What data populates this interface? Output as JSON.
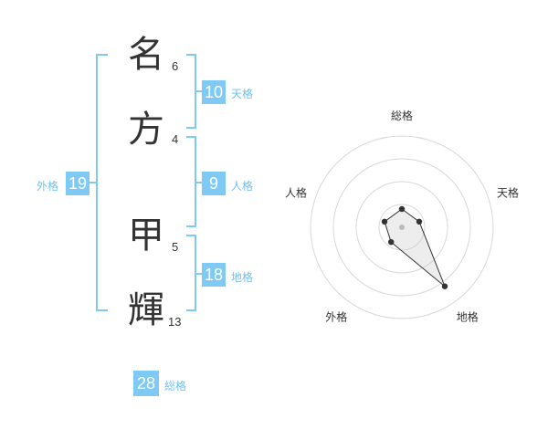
{
  "name": {
    "characters": [
      {
        "char": "名",
        "strokes": "6"
      },
      {
        "char": "方",
        "strokes": "4"
      },
      {
        "char": "甲",
        "strokes": "5"
      },
      {
        "char": "輝",
        "strokes": "13"
      }
    ]
  },
  "fortune": {
    "tenkaku": {
      "value": "10",
      "label": "天格"
    },
    "jinkaku": {
      "value": "9",
      "label": "人格"
    },
    "chikaku": {
      "value": "18",
      "label": "地格"
    },
    "gaikaku": {
      "value": "19",
      "label": "外格"
    },
    "soukaku": {
      "value": "28",
      "label": "総格"
    }
  },
  "chart_data": {
    "type": "radar",
    "axes": [
      "総格",
      "天格",
      "地格",
      "外格",
      "人格"
    ],
    "values": [
      1.0,
      1.0,
      4.0,
      1.0,
      1.0
    ],
    "max": 5,
    "rings": 4,
    "colors": {
      "line": "#333333",
      "fill": "#cccccc",
      "ring": "#d8d8d8"
    }
  },
  "colors": {
    "accent": "#7ecaf5",
    "accent_text": "#6fc0f0",
    "text": "#333333"
  }
}
